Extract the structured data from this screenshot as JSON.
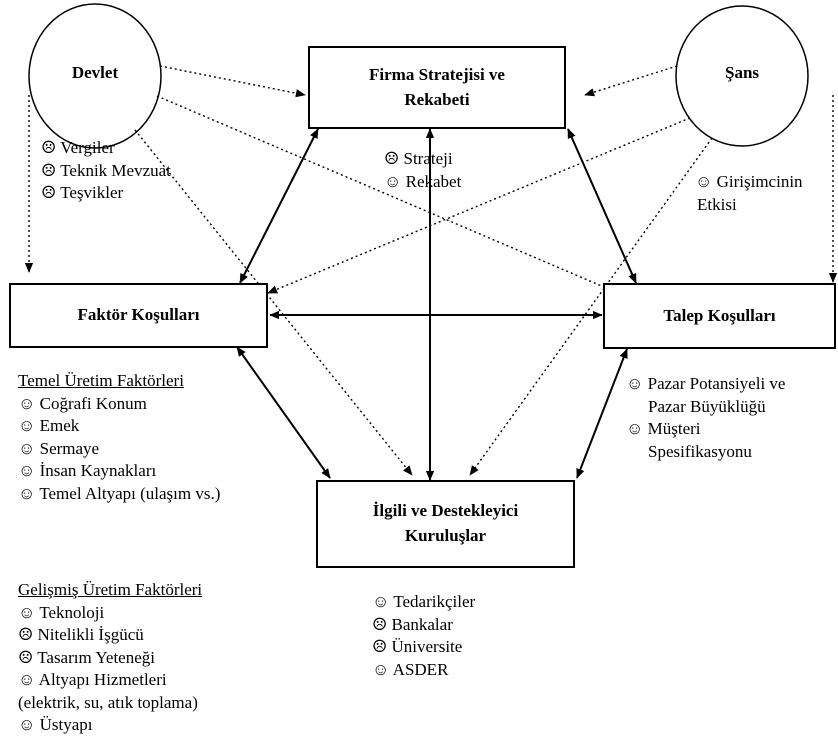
{
  "nodes": {
    "devlet": "Devlet",
    "sans": "Şans",
    "firma": [
      "Firma Stratejisi ve",
      "Rekabeti"
    ],
    "faktor": "Faktör Koşulları",
    "talep": "Talep Koşulları",
    "ilgili": [
      "İlgili ve Destekleyici",
      "Kuruluşlar"
    ]
  },
  "devlet_items": [
    {
      "sym": "☹",
      "text": "Vergiler"
    },
    {
      "sym": "☹",
      "text": "Teknik Mevzuat"
    },
    {
      "sym": "☹",
      "text": "Teşvikler"
    }
  ],
  "firma_items": [
    {
      "sym": "☹",
      "text": "Strateji"
    },
    {
      "sym": "☺",
      "text": "Rekabet"
    }
  ],
  "sans_items": {
    "sym": "☺",
    "line1": "Girişimcinin",
    "line2": "Etkisi"
  },
  "talep_items": [
    {
      "sym": "☺",
      "line1": "Pazar Potansiyeli ve",
      "line2": "Pazar Büyüklüğü"
    },
    {
      "sym": "☺",
      "line1": "Müşteri",
      "line2": "Spesifikasyonu"
    }
  ],
  "temel": {
    "heading": "Temel Üretim Faktörleri",
    "items": [
      {
        "sym": "☺",
        "text": "Coğrafi Konum"
      },
      {
        "sym": "☺",
        "text": "Emek"
      },
      {
        "sym": "☺",
        "text": "Sermaye"
      },
      {
        "sym": "☺",
        "text": "İnsan Kaynakları"
      },
      {
        "sym": "☺",
        "text": "Temel Altyapı (ulaşım vs.)"
      }
    ]
  },
  "gelismis": {
    "heading": "Gelişmiş Üretim Faktörleri",
    "items": [
      {
        "sym": "☺",
        "text": "Teknoloji"
      },
      {
        "sym": "☹",
        "text": "Nitelikli İşgücü"
      },
      {
        "sym": "☹",
        "text": "Tasarım Yeteneği"
      },
      {
        "sym": "☺",
        "text": "Altyapı Hizmetleri"
      },
      {
        "sym": "",
        "text": "(elektrik, su, atık toplama)"
      },
      {
        "sym": "☺",
        "text": "Üstyapı"
      }
    ]
  },
  "ilgili_items": [
    {
      "sym": "☺",
      "text": "Tedarikçiler"
    },
    {
      "sym": "☹",
      "text": "Bankalar"
    },
    {
      "sym": "☹",
      "text": "Üniversite"
    },
    {
      "sym": "☺",
      "text": "ASDER"
    }
  ]
}
